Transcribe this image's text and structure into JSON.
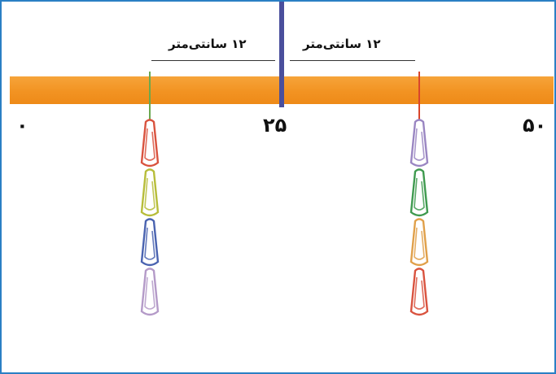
{
  "scale": {
    "label_left": "۰",
    "label_center": "۲۵",
    "label_right": "۵۰"
  },
  "dimensions": {
    "left_label": "۱۲ سانتی‌متر",
    "right_label": "۱۲ سانتی‌متر"
  },
  "colors": {
    "frame": "#2a7fc4",
    "ruler": "#f29322",
    "center_rod": "#4a4f9c",
    "left_string": "#6aa84f",
    "right_string": "#d9452b"
  },
  "left_hanger": {
    "clips": [
      {
        "color": "#d9533f"
      },
      {
        "color": "#b7bd3a"
      },
      {
        "color": "#4a63b0"
      },
      {
        "color": "#b49ac8"
      }
    ]
  },
  "right_hanger": {
    "clips": [
      {
        "color": "#9a86c2"
      },
      {
        "color": "#3f9a4f"
      },
      {
        "color": "#e0a04a"
      },
      {
        "color": "#d9533f"
      }
    ]
  }
}
